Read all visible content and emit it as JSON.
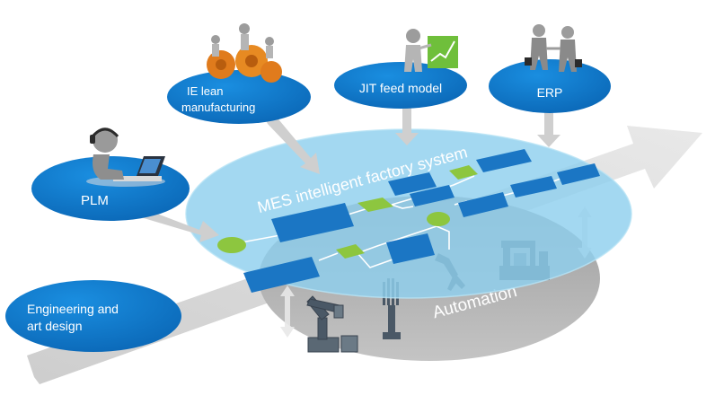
{
  "nodes": {
    "plm": "PLM",
    "ie_lean_line1": "IE lean",
    "ie_lean_line2": "manufacturing",
    "jit": "JIT feed model",
    "erp": "ERP",
    "engineering_line1": "Engineering and",
    "engineering_line2": "art design",
    "mes": "MES intelligent factory system",
    "automation": "Automation"
  },
  "colors": {
    "node_blue": "#0b74c8",
    "mes_cyan": "#9fd6ef",
    "process_box": "#1a78c2",
    "decision_green": "#8dc63f",
    "automation_gray": "#a9a9a9",
    "arrow_gray": "#d2d2d2"
  },
  "icons": [
    "person-laptop-icon",
    "team-gears-icon",
    "presenter-chart-icon",
    "businessmen-handshake-icon",
    "robot-arm-icon"
  ]
}
